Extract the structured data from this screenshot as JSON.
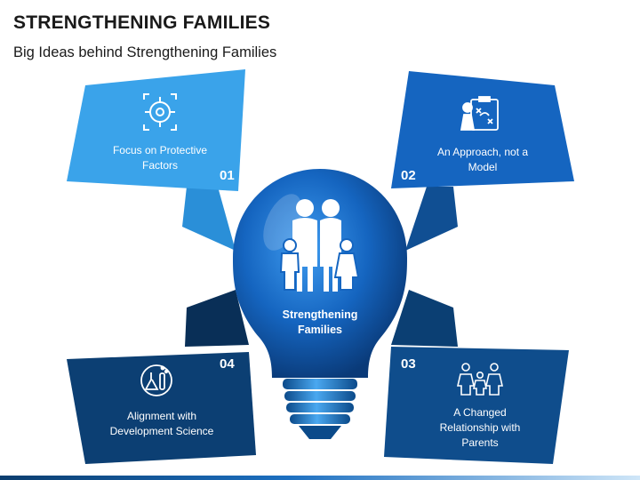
{
  "header": {
    "title": "STRENGTHENING FAMILIES",
    "subtitle": "Big Ideas behind Strengthening Families"
  },
  "center": {
    "label_line1": "Strengthening",
    "label_line2": "Families",
    "icon": "family-icon"
  },
  "panels": [
    {
      "number": "01",
      "line1": "Focus on Protective",
      "line2": "Factors",
      "line3": "",
      "icon": "target-icon",
      "color": "#3aa3ea"
    },
    {
      "number": "02",
      "line1": "An Approach, not a",
      "line2": "Model",
      "line3": "",
      "icon": "strategy-board-icon",
      "color": "#1565c0"
    },
    {
      "number": "03",
      "line1": "A Changed",
      "line2": "Relationship with",
      "line3": "Parents",
      "icon": "family-group-icon",
      "color": "#0f4d8c"
    },
    {
      "number": "04",
      "line1": "Alignment with",
      "line2": "Development Science",
      "line3": "",
      "icon": "science-flask-icon",
      "color": "#0c3f73"
    }
  ],
  "colors": {
    "light_blue": "#3aa3ea",
    "mid_blue": "#1565c0",
    "dark_blue": "#0f4d8c",
    "navy": "#0c3f73"
  }
}
